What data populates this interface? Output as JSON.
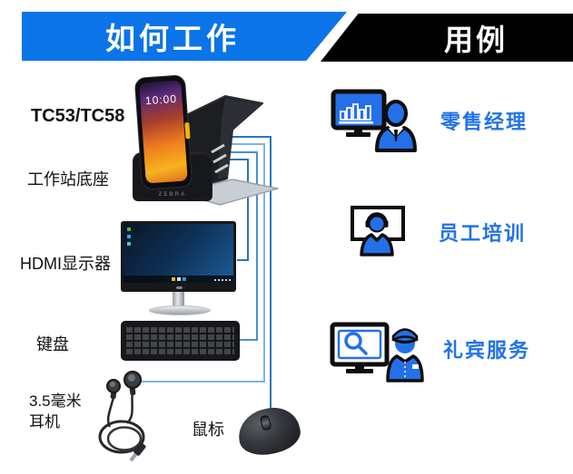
{
  "header": {
    "left_banner": "如何工作",
    "right_banner": "用例"
  },
  "left_column": {
    "device_label": "TC53/TC58",
    "dock_label": "工作站底座",
    "monitor_label": "HDMI显示器",
    "keyboard_label": "键盘",
    "headphones_label": [
      "3.5毫米",
      "耳机"
    ],
    "mouse_label": "鼠标"
  },
  "device": {
    "phone_clock": "10:00",
    "dock_brand": "ZEBRA"
  },
  "use_cases": [
    {
      "icon": "retail-manager-icon",
      "label": "零售经理"
    },
    {
      "icon": "employee-training-icon",
      "label": "员工培训"
    },
    {
      "icon": "concierge-service-icon",
      "label": "礼宾服务"
    }
  ],
  "colors": {
    "banner_blue": "#0b74e8",
    "banner_black": "#000000",
    "accent_blue": "#2173e8",
    "icon_blue": "#2470e8",
    "cable_dark_blue": "#2e75b6",
    "cable_medium_blue": "#4a8fd4",
    "cable_light_blue": "#7fb2e5"
  }
}
